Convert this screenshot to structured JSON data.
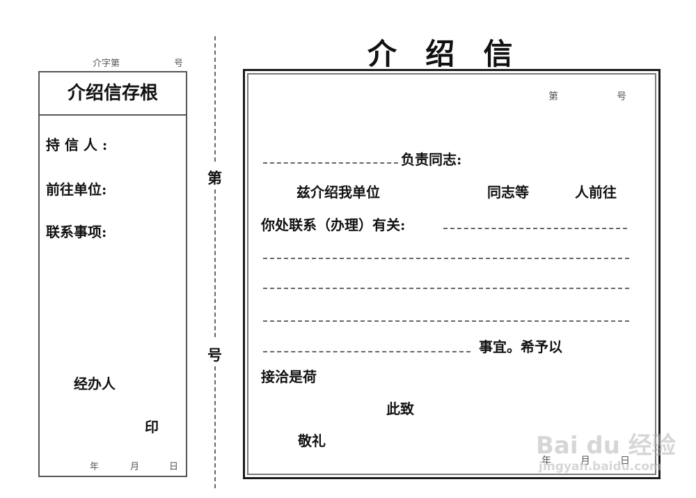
{
  "title": "介  绍  信",
  "stub": {
    "number_prefix": "介字第",
    "number_suffix": "号",
    "header": "介绍信存根",
    "fields": [
      {
        "label": "持 信 人 :"
      },
      {
        "label": "前往单位:"
      },
      {
        "label": "联系事项:"
      }
    ],
    "handler_label": "经办人",
    "seal_label": "印",
    "date": {
      "year": "年",
      "month": "月",
      "day": "日"
    }
  },
  "perforation": {
    "top_char": "第",
    "bottom_char": "号"
  },
  "letter": {
    "number_prefix": "第",
    "number_suffix": "号",
    "line1_suffix": "负责同志:",
    "line2_start": "兹介绍我单位",
    "line2_mid": "同志等",
    "line2_end": "人前往",
    "line3_start": "你处联系（办理）有关:",
    "line7_end": "事宜。希予以",
    "line8": "接洽是荷",
    "closing1": "此致",
    "closing2": "敬礼",
    "date": {
      "year": "年",
      "month": "月",
      "day": "日"
    }
  },
  "watermark": {
    "brand": "Bai du 经验",
    "url": "jingyan.baidu.com"
  }
}
